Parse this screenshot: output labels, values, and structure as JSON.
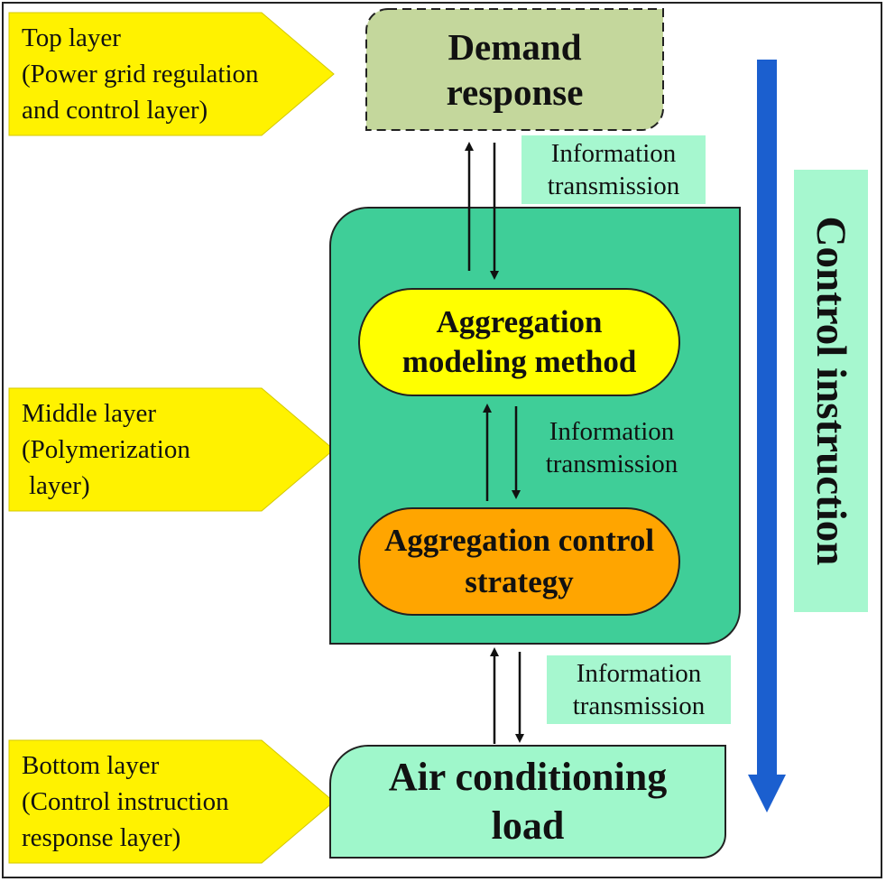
{
  "layers": {
    "top": [
      "Top layer",
      "(Power grid regulation",
      "and control layer)"
    ],
    "middle": [
      "Middle layer",
      "(Polymerization",
      "layer)"
    ],
    "bottom": [
      "Bottom layer",
      "(Control instruction",
      "response layer)"
    ]
  },
  "boxes": {
    "demand_response": [
      "Demand",
      "response"
    ],
    "aggregation_modeling": [
      "Aggregation",
      "modeling method"
    ],
    "aggregation_control": [
      "Aggregation control",
      "strategy"
    ],
    "air_conditioning": [
      "Air conditioning",
      "load"
    ]
  },
  "info_labels": {
    "top": [
      "Information",
      "transmission"
    ],
    "middle": [
      "Information",
      "transmission"
    ],
    "bottom": [
      "Information",
      "transmission"
    ]
  },
  "control_instruction": "Control instruction",
  "colors": {
    "layer_pentagon": "#fff200",
    "demand_box": "#c4d79c",
    "middle_container": "#3fce98",
    "modeling_box": "#ffff00",
    "control_box": "#ffa500",
    "air_box": "#9ff7cb",
    "info_bg": "#a6f7cf",
    "big_arrow": "#1b5fcf"
  }
}
